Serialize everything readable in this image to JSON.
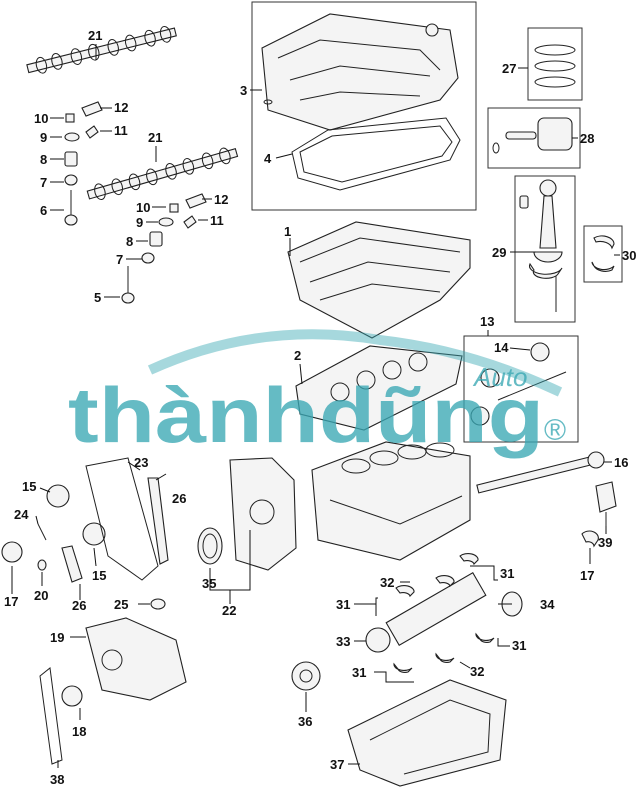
{
  "watermark": {
    "brand": "thànhdũng",
    "suffix": "Auto",
    "mark": "®"
  },
  "callouts": [
    "1",
    "2",
    "3",
    "4",
    "5",
    "6",
    "7",
    "8",
    "9",
    "10",
    "11",
    "12",
    "13",
    "14",
    "15",
    "16",
    "17",
    "18",
    "19",
    "20",
    "21",
    "22",
    "23",
    "24",
    "25",
    "26",
    "27",
    "28",
    "29",
    "30",
    "31",
    "32",
    "33",
    "34",
    "35",
    "36",
    "37",
    "38",
    "39"
  ],
  "colors": {
    "watermark": "#3aa8b4",
    "line": "#222222"
  }
}
